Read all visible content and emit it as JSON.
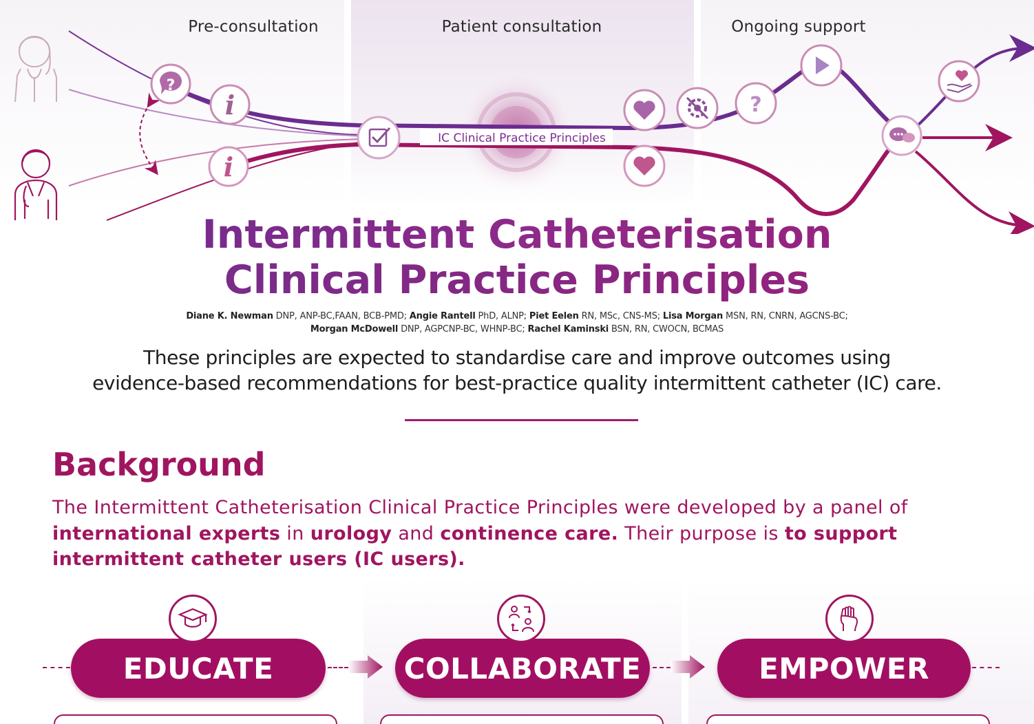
{
  "journey": {
    "phases": [
      "Pre-consultation",
      "Patient consultation",
      "Ongoing support"
    ],
    "center_label": "IC Clinical Practice Principles",
    "icons": [
      "female-user-icon",
      "clinician-icon",
      "question-bubble-icon",
      "info-icon",
      "checklist-icon",
      "heart-icon",
      "settings-icon",
      "question-icon",
      "play-icon",
      "chat-icon",
      "hand-heart-icon",
      "arrow-icon"
    ],
    "colors": {
      "purple": "#6a2c8f",
      "magenta": "#a0155f",
      "light_line": "#b98bc4"
    }
  },
  "title": {
    "line1": "Intermittent Catheterisation",
    "line2": "Clinical Practice Principles"
  },
  "authors": {
    "line1": [
      {
        "name": "Diane K. Newman",
        "creds": " DNP, ANP-BC,FAAN, BCB-PMD; "
      },
      {
        "name": "Angie Rantell",
        "creds": " PhD, ALNP; "
      },
      {
        "name": "Piet Eelen",
        "creds": " RN, MSc, CNS-MS; "
      },
      {
        "name": "Lisa Morgan",
        "creds": " MSN, RN, CNRN, AGCNS-BC;"
      }
    ],
    "line2": [
      {
        "name": "Morgan McDowell",
        "creds": " DNP, AGPCNP-BC, WHNP-BC; "
      },
      {
        "name": "Rachel Kaminski",
        "creds": " BSN, RN, CWOCN, BCMAS"
      }
    ]
  },
  "intro": {
    "line1": "These principles are expected to standardise care and improve outcomes using",
    "line2": "evidence-based recommendations for best-practice quality intermittent catheter (IC) care."
  },
  "background": {
    "heading": "Background",
    "p1": "The Intermittent Catheterisation Clinical Practice Principles were developed by a panel of",
    "b1": "international experts",
    "t1": " in ",
    "b2": "urology",
    "t2": " and ",
    "b3": "continence care.",
    "t3": " Their purpose is ",
    "b4": "to support",
    "b5": "intermittent catheter users (IC users)."
  },
  "pillars": [
    {
      "label": "EDUCATE",
      "icon": "graduation-cap-icon"
    },
    {
      "label": "COLLABORATE",
      "icon": "people-exchange-icon"
    },
    {
      "label": "EMPOWER",
      "icon": "raised-fist-icon"
    }
  ],
  "brand_color": "#a20f62"
}
